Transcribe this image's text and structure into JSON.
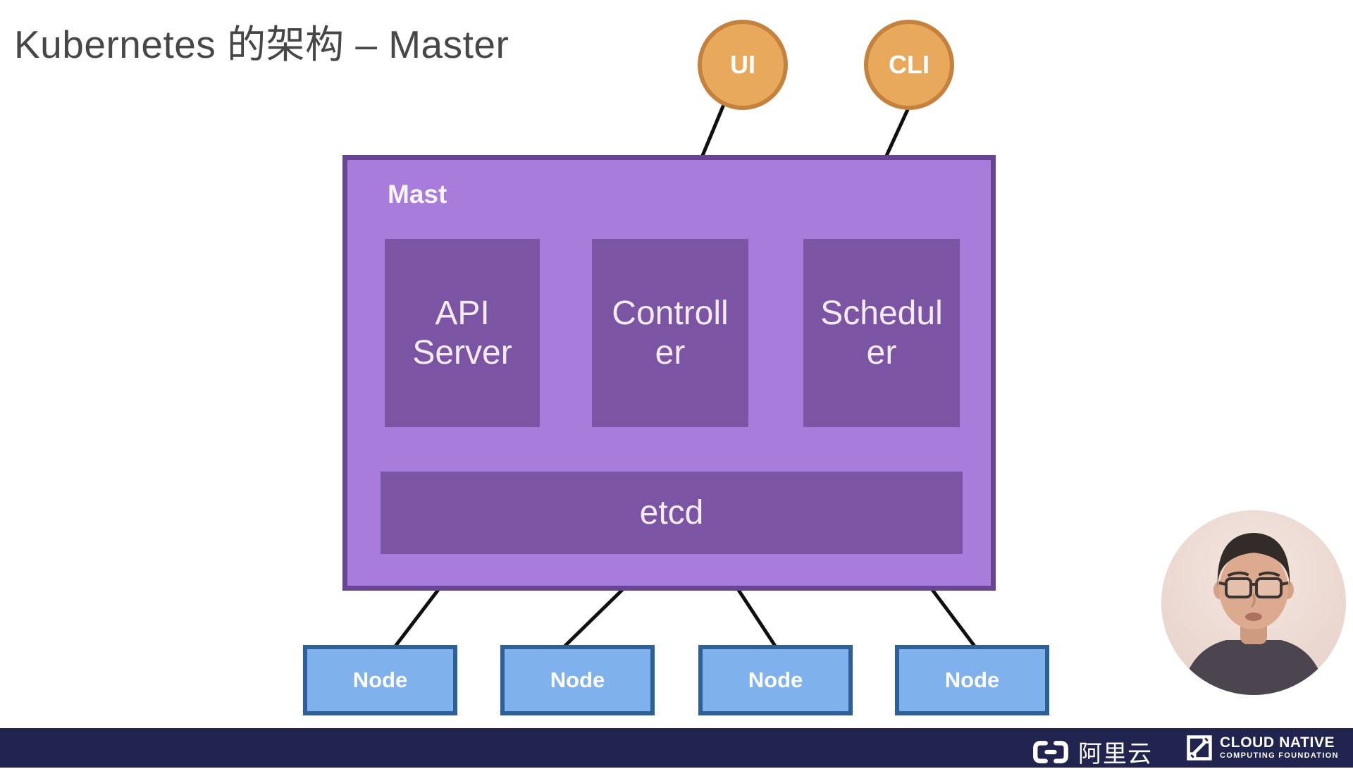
{
  "title": "Kubernetes 的架构 – Master",
  "diagram": {
    "ui_label": "UI",
    "cli_label": "CLI",
    "master": {
      "label": "Mast",
      "components": [
        {
          "label": "API Server",
          "line1": "API",
          "line2": "Server"
        },
        {
          "label": "Controller",
          "line1": "Controll",
          "line2": "er"
        },
        {
          "label": "Scheduler",
          "line1": "Schedul",
          "line2": "er"
        }
      ],
      "etcd_label": "etcd"
    },
    "nodes": [
      "Node",
      "Node",
      "Node",
      "Node"
    ]
  },
  "footer": {
    "alibaba_text": "阿里云",
    "cncf_title": "CLOUD NATIVE",
    "cncf_subtitle": "COMPUTING FOUNDATION"
  },
  "colors": {
    "master_fill": "#A77CDB",
    "master_border": "#684593",
    "component_fill": "#7B54A4",
    "node_fill": "#7FB2EC",
    "node_border": "#2E5F96",
    "endpoint_fill": "#E9A95C",
    "endpoint_border": "#C4823E",
    "footer_bg": "#21244E",
    "connector": "#0F0F0F",
    "title_text": "#474747"
  }
}
